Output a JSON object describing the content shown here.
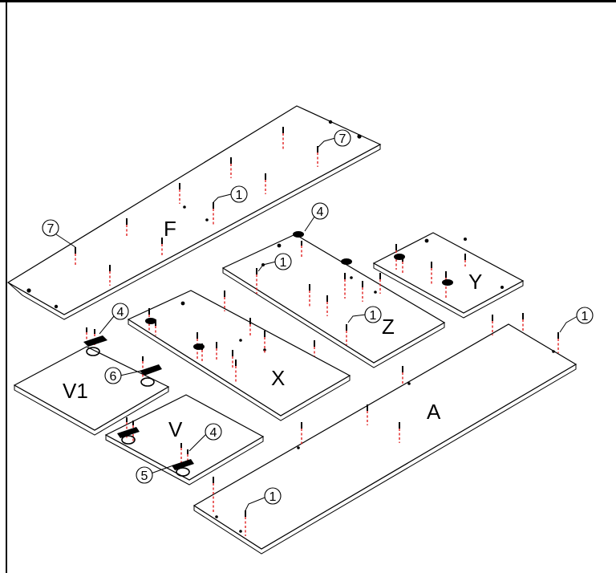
{
  "panels": {
    "F": "F",
    "Z": "Z",
    "Y": "Y",
    "X": "X",
    "V1": "V1",
    "V": "V",
    "A": "A"
  },
  "callouts": {
    "c7a": "7",
    "c7b": "7",
    "c1a": "1",
    "c1b": "1",
    "c1c": "1",
    "c1d": "1",
    "c1e": "1",
    "c4a": "4",
    "c4b": "4",
    "c4c": "4",
    "c6": "6",
    "c5": "5"
  },
  "colors": {
    "line": "#000000",
    "dowel_dash": "#e02020",
    "background": "#ffffff"
  }
}
